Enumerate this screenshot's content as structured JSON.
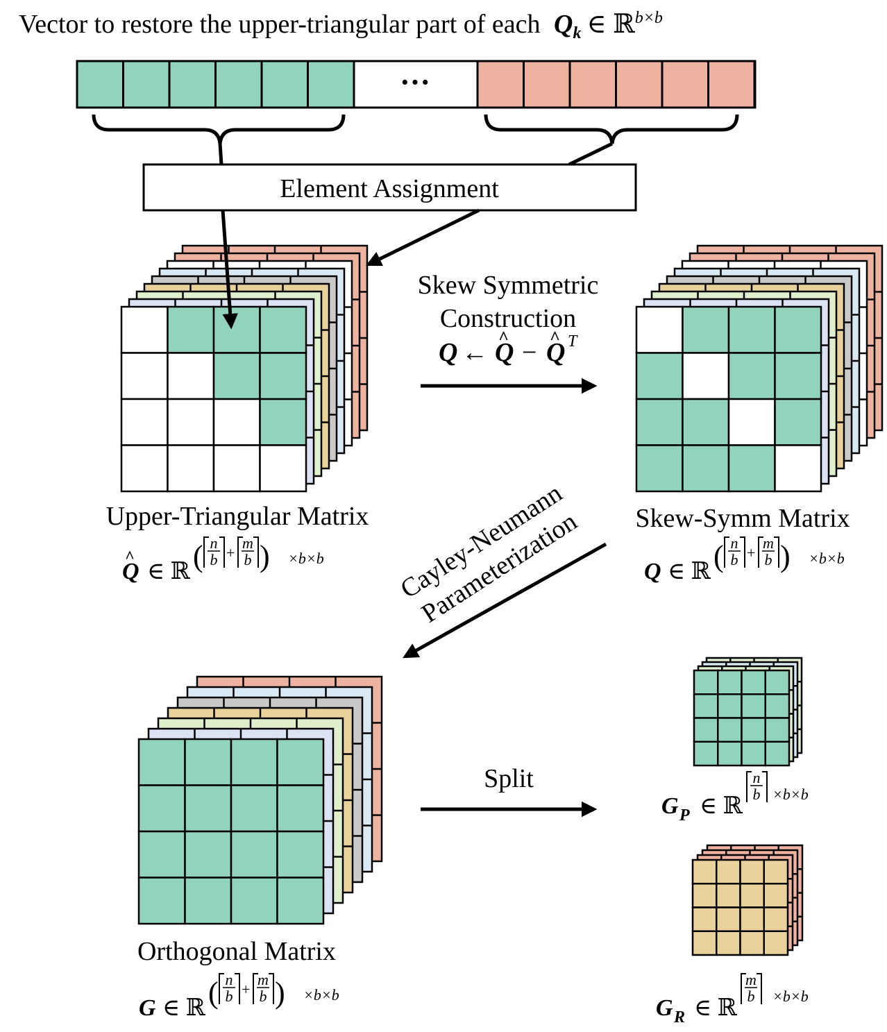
{
  "colors": {
    "teal": "#92d3be",
    "salmon": "#edb2a0",
    "tan": "#e8d19a",
    "lightblue": "#dae2f4",
    "gray": "#c9c9c9",
    "lightgreen": "#dfeecb",
    "skyblue": "#d8e9f4",
    "white": "#ffffff",
    "stroke": "#000000"
  },
  "vector_caption": {
    "text": "Vector to restore the upper-triangular part of each",
    "symbol": "Q",
    "subscript": "k",
    "relation": "∈ ℝ",
    "superscript": "b×b"
  },
  "vector_ellipsis": "···",
  "element_assignment": "Element Assignment",
  "skew_construction": {
    "line1": "Skew Symmetric",
    "line2": "Construction",
    "formula_lhs": "Q",
    "arrow": "←",
    "formula_q1": "Q",
    "formula_minus": "−",
    "formula_q2": "Q",
    "formula_sup": "T"
  },
  "upper_triangular": {
    "label": "Upper-Triangular Matrix",
    "symbol": "Q",
    "relation": "∈ ℝ",
    "dims": "×b×b"
  },
  "skew_symm": {
    "label": "Skew-Symm Matrix",
    "symbol": "Q",
    "relation": "∈ ℝ",
    "dims": "×b×b"
  },
  "cayley": {
    "line1": "Cayley-Neumann",
    "line2": "Parameterization"
  },
  "orthogonal": {
    "label": "Orthogonal Matrix",
    "symbol": "G",
    "relation": "∈ ℝ",
    "dims": "×b×b"
  },
  "split": "Split",
  "gp": {
    "symbol": "G",
    "subscript": "P",
    "relation": "∈ ℝ",
    "dims": "×b×b"
  },
  "gr": {
    "symbol": "G",
    "subscript": "R",
    "relation": "∈ ℝ",
    "dims": "×b×b"
  },
  "ceil_fraction": {
    "n": "n",
    "m": "m",
    "b": "b",
    "plus": "+"
  }
}
